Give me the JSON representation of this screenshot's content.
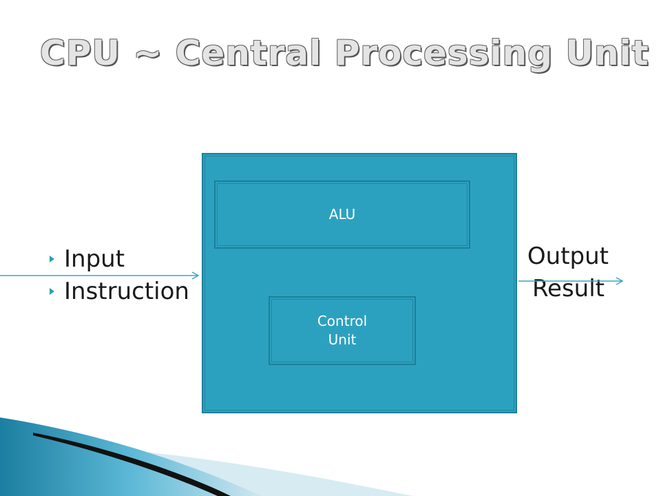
{
  "slide": {
    "title": "CPU ~ Central Processing Unit",
    "bullets": [
      "Input",
      "Instruction"
    ],
    "outputs": [
      "Output",
      "Result"
    ]
  },
  "diagram": {
    "alu_label": "ALU",
    "control_unit_lines": [
      "Control",
      "Unit"
    ]
  },
  "colors": {
    "box_fill": "#2ca1bf",
    "box_border": "#1c7f99",
    "arrow": "#3aa6c4",
    "accent": "#2a9fbc"
  }
}
